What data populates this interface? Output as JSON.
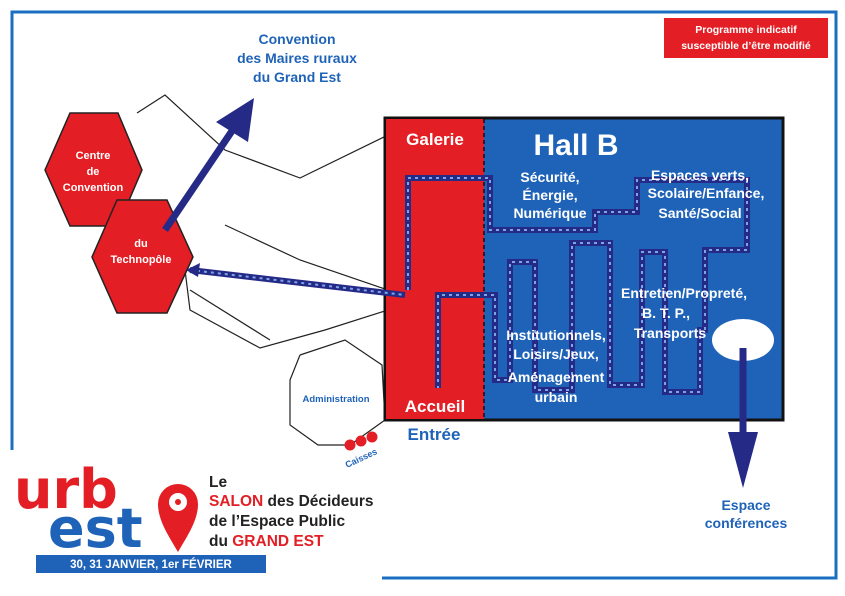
{
  "notice": {
    "line1": "Programme indicatif",
    "line2": "susceptible d’être modifié",
    "bg": "#e31e24"
  },
  "colors": {
    "frame_blue": "#1a6fc0",
    "hall_blue": "#1f63b8",
    "gallery_red": "#e31e24",
    "arrow_navy": "#262a87"
  },
  "top_destination": {
    "line1": "Convention",
    "line2": "des Maires ruraux",
    "line3": "du Grand Est"
  },
  "centre_convention": {
    "line1": "Centre",
    "line2": "de",
    "line3": "Convention"
  },
  "technopole": {
    "line1": "du",
    "line2": "Technopôle"
  },
  "hall": {
    "title": "Hall B",
    "galerie": "Galerie",
    "accueil": "Accueil",
    "entree": "Entrée",
    "zones": [
      {
        "lines": [
          "Sécurité,",
          "Énergie,",
          "Numérique"
        ]
      },
      {
        "lines": [
          "Espaces verts,",
          "Scolaire/Enfance,",
          "Santé/Social"
        ]
      },
      {
        "lines": [
          "Entretien/Propreté,",
          "B. T. P.,",
          "Transports"
        ]
      },
      {
        "lines": [
          "Institutionnels,",
          "Loisirs/Jeux,",
          "Aménagement",
          "urbain"
        ]
      }
    ]
  },
  "administration": "Administration",
  "caisses": "Caisses",
  "conference": {
    "line1": "Espace",
    "line2": "conférences"
  },
  "logo": {
    "urb": "urb",
    "est": "est",
    "tagline": [
      {
        "normal": "Le",
        "accent": ""
      },
      {
        "normal": "",
        "accent": "SALON",
        "rest": " des Décideurs"
      },
      {
        "normal": "de l’Espace Public",
        "accent": ""
      },
      {
        "normal": "du ",
        "accent": "GRAND EST"
      }
    ],
    "dates": "30, 31 JANVIER, 1er FÉVRIER"
  }
}
